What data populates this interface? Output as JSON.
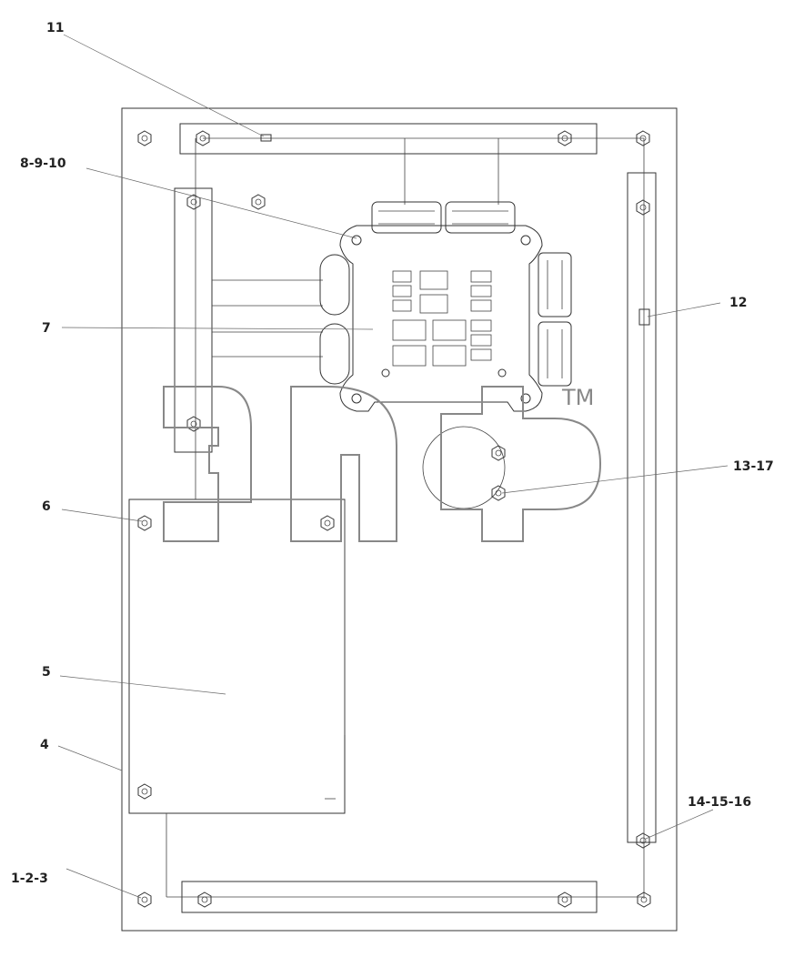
{
  "labels": {
    "l11": "11",
    "l8910": "8-9-10",
    "l7": "7",
    "l12": "12",
    "l1317": "13-17",
    "l6": "6",
    "l5": "5",
    "l4": "4",
    "l141516": "14-15-16",
    "l123": "1-2-3"
  },
  "watermark": {
    "trademark": "TM"
  }
}
